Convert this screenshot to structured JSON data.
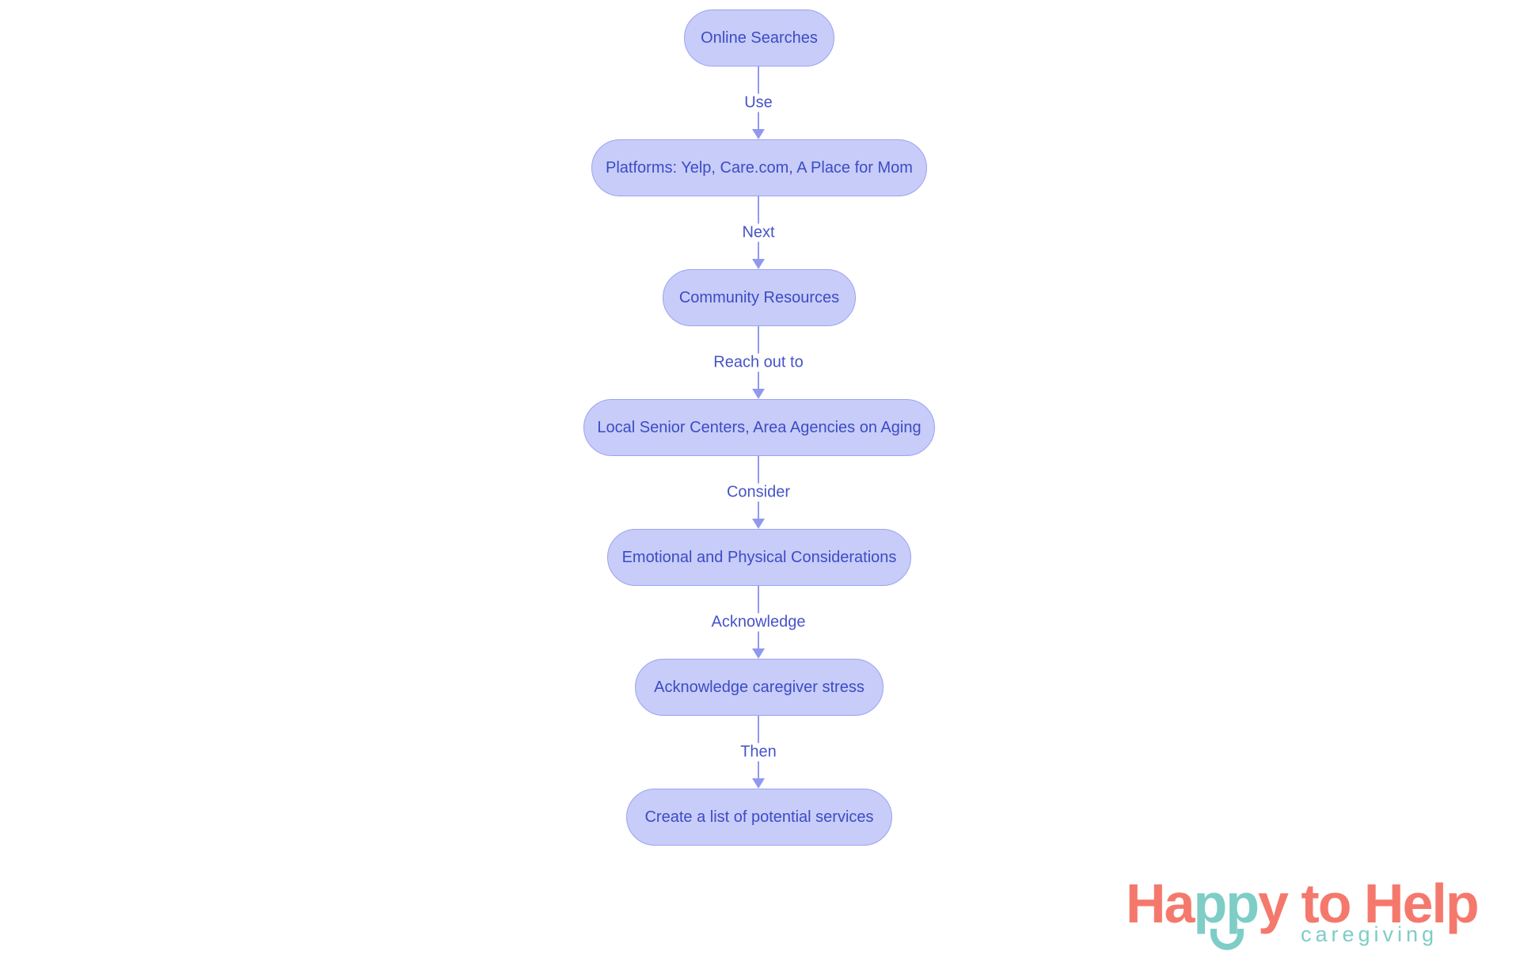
{
  "flowchart": {
    "nodes": [
      {
        "label": "Online Searches"
      },
      {
        "label": "Platforms: Yelp, Care.com, A Place for Mom"
      },
      {
        "label": "Community Resources"
      },
      {
        "label": "Local Senior Centers, Area Agencies on Aging"
      },
      {
        "label": "Emotional and Physical Considerations"
      },
      {
        "label": "Acknowledge caregiver stress"
      },
      {
        "label": "Create a list of potential services"
      }
    ],
    "edges": [
      {
        "label": "Use"
      },
      {
        "label": "Next"
      },
      {
        "label": "Reach out to"
      },
      {
        "label": "Consider"
      },
      {
        "label": "Acknowledge"
      },
      {
        "label": "Then"
      }
    ],
    "colors": {
      "node_fill": "#c8ccf8",
      "node_border": "#9ba3f2",
      "node_text": "#3b4cc5",
      "edge_line": "#9199ee",
      "edge_label": "#4553c9"
    }
  },
  "logo": {
    "brand_prefix": "Ha",
    "brand_mid_teal": "pp",
    "brand_suffix": "y to Help",
    "subtitle": "caregiving",
    "colors": {
      "coral": "#f4796c",
      "teal": "#7ecdc7"
    }
  }
}
